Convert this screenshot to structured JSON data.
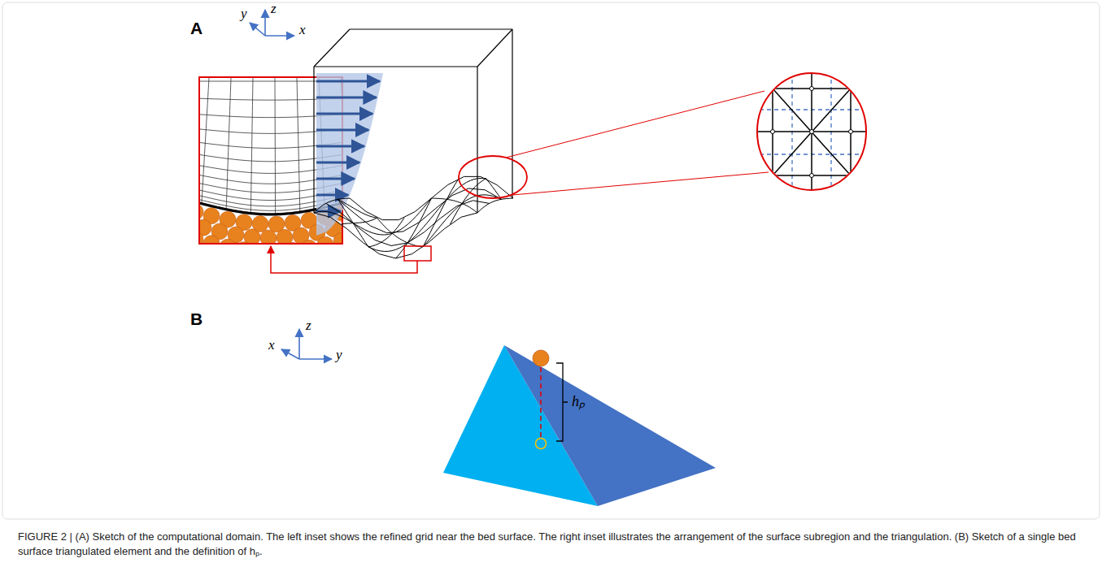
{
  "diagram": {
    "caption": "FIGURE 2 | (A) Sketch of the computational domain. The left inset shows the refined grid near the bed surface. The right inset illustrates the arrangement of the surface subregion and the triangulation. (B) Sketch of a single bed surface triangulated element and the definition of hₚ.",
    "labels": [
      "A",
      "y",
      "z",
      "x",
      "B",
      "z",
      "x",
      "y",
      "hₚ"
    ]
  }
}
